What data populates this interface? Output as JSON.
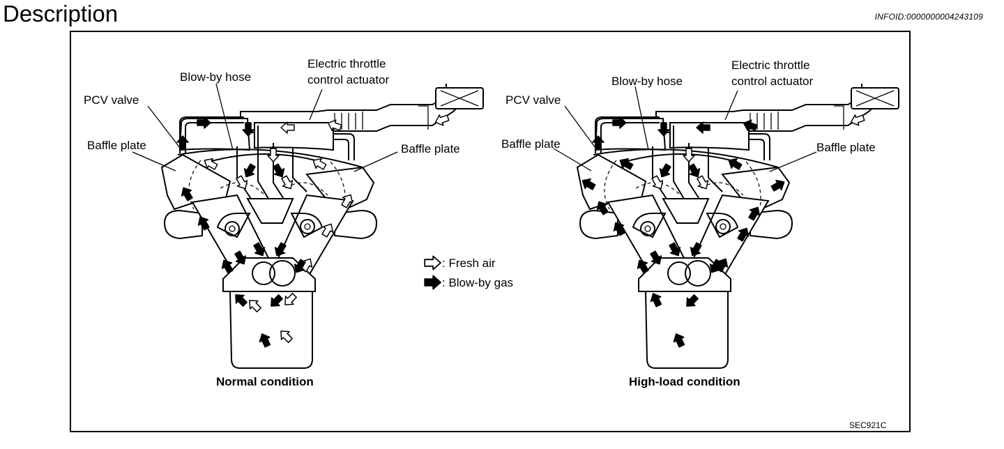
{
  "header": {
    "title": "Description",
    "info_id": "INFOID:0000000004243109"
  },
  "diagram": {
    "left_engine": {
      "caption": "Normal condition",
      "labels": {
        "pcv_valve": "PCV valve",
        "blow_by_hose": "Blow-by hose",
        "actuator_line1": "Electric throttle",
        "actuator_line2": "control actuator",
        "baffle_left": "Baffle plate",
        "baffle_right": "Baffle plate"
      }
    },
    "right_engine": {
      "caption": "High-load condition",
      "labels": {
        "pcv_valve": "PCV valve",
        "blow_by_hose": "Blow-by hose",
        "actuator_line1": "Electric throttle",
        "actuator_line2": "control actuator",
        "baffle_left": "Baffle plate",
        "baffle_right": "Baffle plate"
      }
    },
    "legend": {
      "fresh_air": ": Fresh air",
      "blow_by_gas": ": Blow-by gas"
    },
    "figure_code": "SEC921C"
  }
}
